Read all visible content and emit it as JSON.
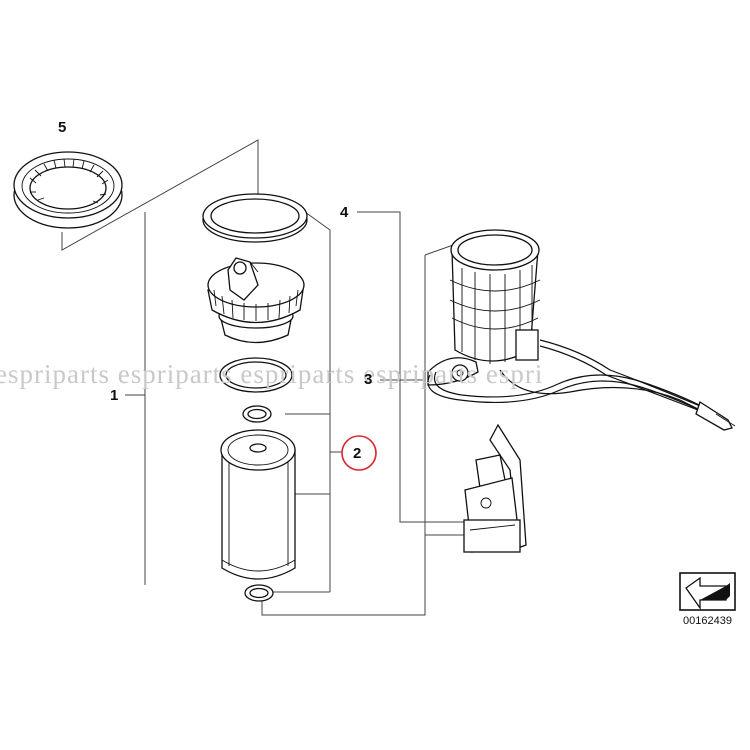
{
  "callouts": {
    "part1": "1",
    "part2": "2",
    "part3": "3",
    "part4": "4",
    "part5": "5"
  },
  "highlighted_part": "2",
  "highlight_color": "#d9262c",
  "watermark": "espriparts espriparts espriparts espriparts espri",
  "diagram_number": "00162439",
  "icons": {
    "corner_badge": "arrow-badge-icon"
  }
}
